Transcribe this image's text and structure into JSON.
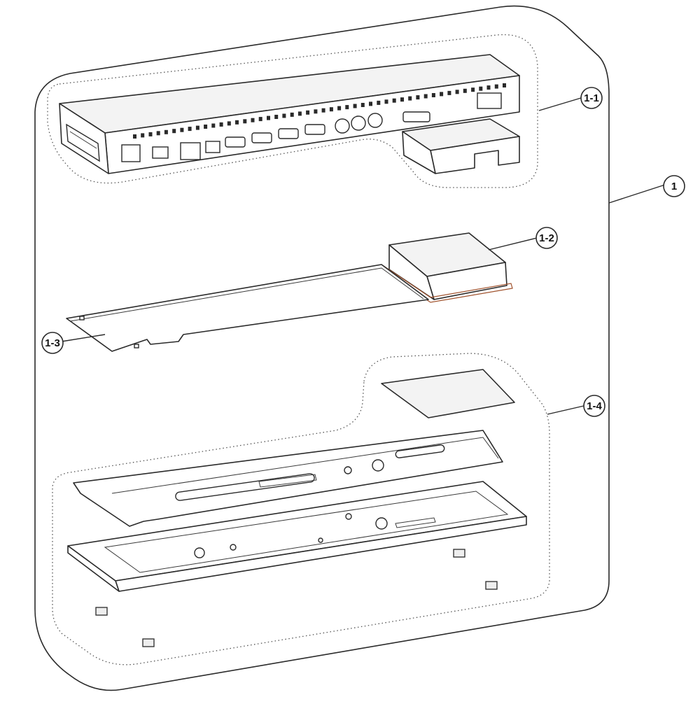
{
  "callouts": {
    "c1": "1",
    "c1_1": "1-1",
    "c1_2": "1-2",
    "c1_3": "1-3",
    "c1_4": "1-4"
  },
  "colors": {
    "line": "#2a2a2a",
    "dotted_outline": "#555555",
    "accent_copper": "#a0522d"
  }
}
